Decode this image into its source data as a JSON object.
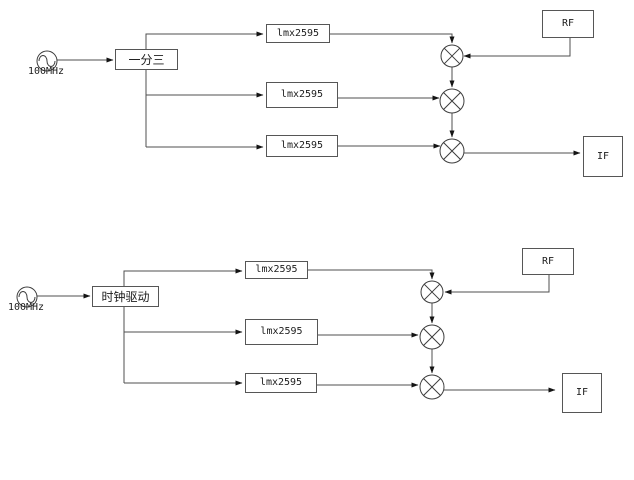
{
  "diagram": {
    "title_hint": "Two clock-distribution / frequency-conversion block diagrams",
    "colors": {
      "line": "#4f4f4f",
      "border": "#565656",
      "arrow": "#141414",
      "text": "#1c1c1c",
      "background": "#ffffff"
    },
    "top": {
      "source_label": "100MHz",
      "splitter_label": "一分三",
      "pll_labels": [
        "lmx2595",
        "lmx2595",
        "lmx2595"
      ],
      "rf_label": "RF",
      "if_label": "IF"
    },
    "bottom": {
      "source_label": "100MHz",
      "splitter_label": "时钟驱动",
      "pll_labels": [
        "lmx2595",
        "lmx2595",
        "lmx2595"
      ],
      "rf_label": "RF",
      "if_label": "IF"
    }
  }
}
